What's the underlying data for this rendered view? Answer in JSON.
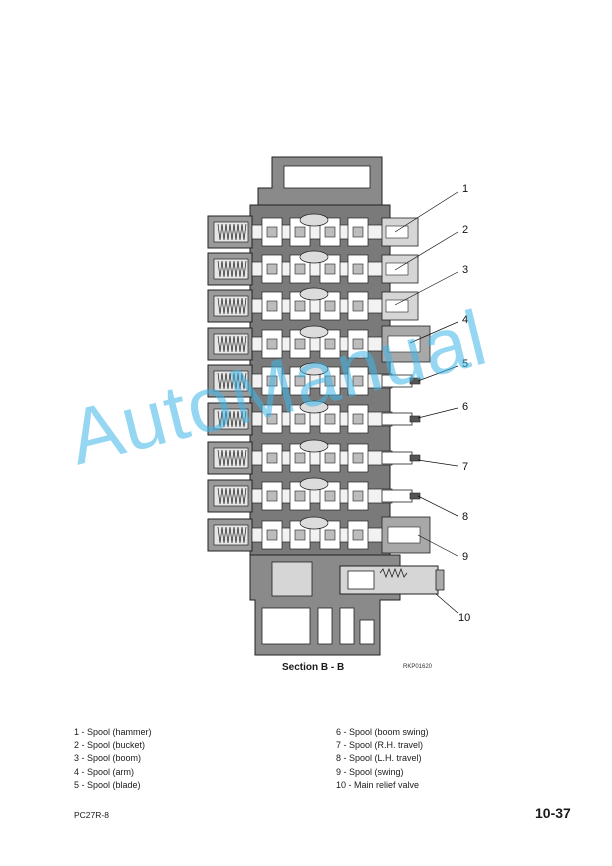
{
  "figure": {
    "caption": "Section B - B",
    "figure_id": "RKP01620",
    "callouts": [
      "1",
      "2",
      "3",
      "4",
      "5",
      "6",
      "7",
      "8",
      "9",
      "10"
    ]
  },
  "legend": {
    "left": [
      "1 - Spool (hammer)",
      "2 - Spool (bucket)",
      "3 - Spool (boom)",
      "4 - Spool (arm)",
      "5 - Spool (blade)"
    ],
    "right": [
      "6 - Spool (boom swing)",
      "7 - Spool (R.H. travel)",
      "8 - Spool (L.H. travel)",
      "9 - Spool (swing)",
      "10 - Main relief valve"
    ]
  },
  "footer": {
    "model": "PC27R-8",
    "page": "10-37"
  },
  "watermark": "AutoManual",
  "colors": {
    "watermark": "#3fb7e8",
    "body_gray": "#7a7a7a",
    "light_gray": "#d6d6d6"
  }
}
